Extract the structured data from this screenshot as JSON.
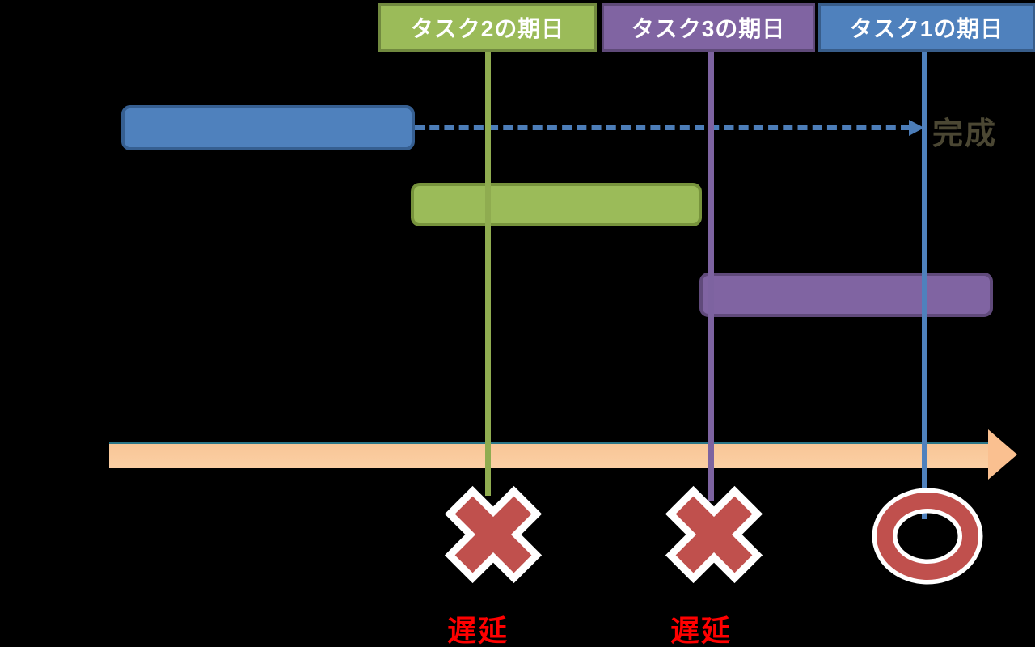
{
  "deadlines": [
    {
      "label": "タスク2の期日",
      "color": "#9BBB59",
      "border_color": "#71893F",
      "mark": "cross"
    },
    {
      "label": "タスク3の期日",
      "color": "#8064A2",
      "border_color": "#5F4A79",
      "mark": "cross"
    },
    {
      "label": "タスク1の期日",
      "color": "#4F81BD",
      "border_color": "#385D8A",
      "mark": "circle"
    }
  ],
  "bars": [
    {
      "name": "task1",
      "color": "#4F81BD",
      "border_color": "#365F91"
    },
    {
      "name": "task2",
      "color": "#9BBB59",
      "border_color": "#77933C"
    },
    {
      "name": "task3",
      "color": "#8064A2",
      "border_color": "#604A7B"
    }
  ],
  "completion_label": "完成",
  "delay_labels": [
    "遅延",
    "遅延"
  ],
  "colors": {
    "mark_red": "#C0504D",
    "mark_outline": "#FFFFFF",
    "delay_text": "#FF0000",
    "timeline_arrow": "#FAC090",
    "dashed_arrow": "#4C7DB8",
    "completion_text": "#4B4733",
    "background": "#000000"
  }
}
